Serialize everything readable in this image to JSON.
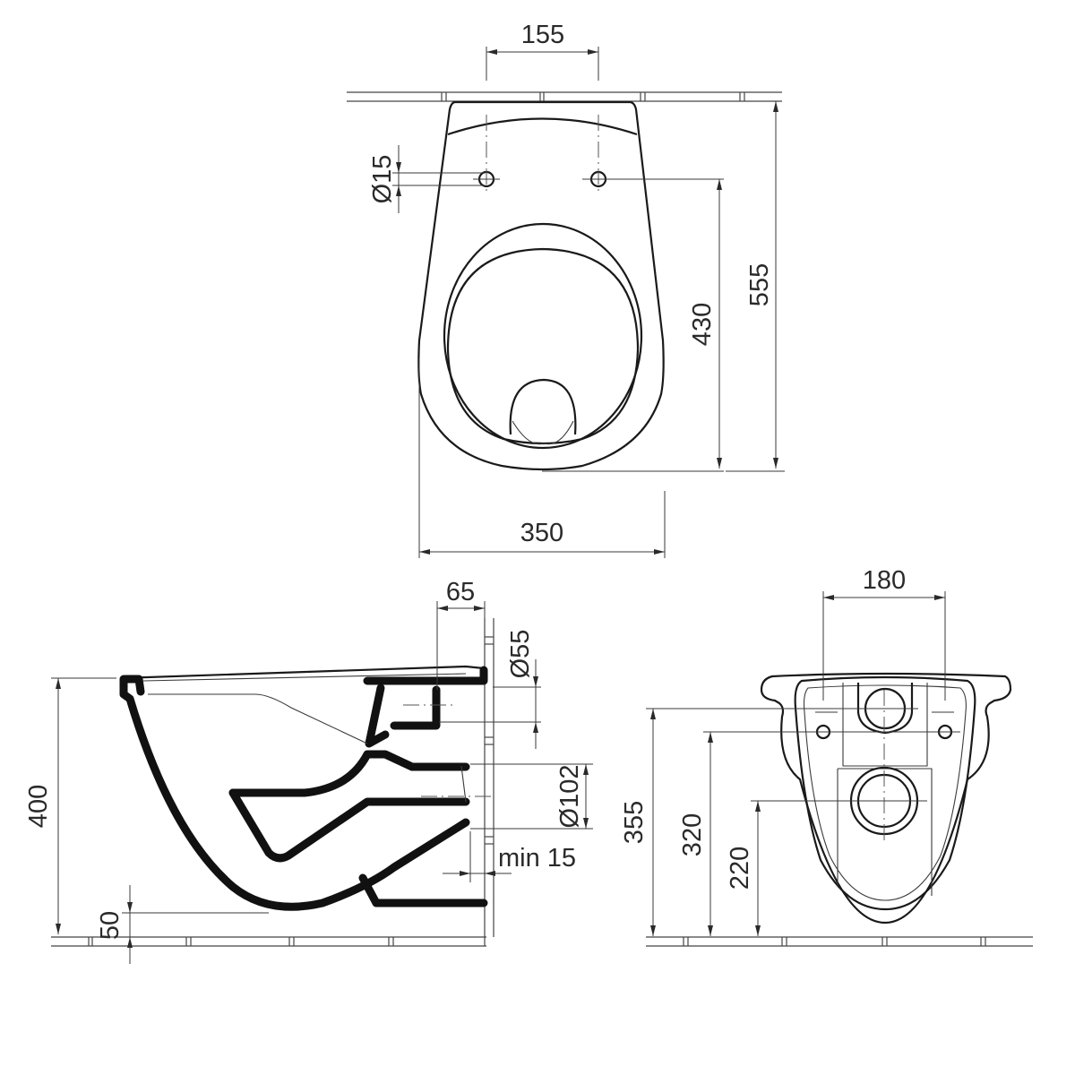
{
  "drawing": {
    "subject": "Wall-hung toilet technical drawing",
    "views": {
      "top": {
        "name": "Plan view",
        "dimensions": {
          "fixing_hole_spacing": "155",
          "fixing_hole_diameter": "Ø15",
          "hole_to_front": "430",
          "overall_depth": "555",
          "overall_width": "350"
        }
      },
      "side": {
        "name": "Side section view",
        "dimensions": {
          "inlet_offset": "65",
          "inlet_diameter": "Ø55",
          "outlet_diameter": "Ø102",
          "outlet_clearance": "min 15",
          "rim_height": "400",
          "bottom_clearance": "50"
        }
      },
      "rear": {
        "name": "Rear view",
        "dimensions": {
          "fixing_hole_spacing": "180",
          "inlet_height": "355",
          "fixing_hole_height": "320",
          "outlet_height": "220"
        }
      }
    },
    "colors": {
      "line": "#1a1a1a",
      "dimension": "#3a3a3a",
      "background": "#ffffff"
    }
  }
}
